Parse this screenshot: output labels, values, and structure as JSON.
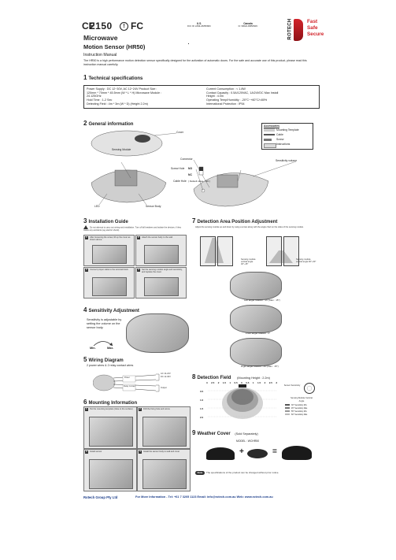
{
  "header": {
    "cert_code": "2150",
    "cert_mark_1": "CE",
    "cert_mark_2": "FC",
    "us_label": "U.S.",
    "canada_label": "Canada",
    "us_reg": "FCC ID: 2AML-RM50SRC",
    "canada_reg": "IC: 9962A-RM50SRC",
    "brand_vertical": "ROTECH",
    "brand_tag_1": "Fast",
    "brand_tag_2": "Safe",
    "brand_tag_3": "Secure"
  },
  "title": {
    "line1": "Microwave",
    "line2": "Motion Sensor (HR50)",
    "manual": "Instruction Manual",
    "intro": "The HR50 is a high performance motion detection sensor specifically designed for the activation of automatic doors. For the safe and accurate use of this product, please read this instruction manual carefully."
  },
  "sections": {
    "s1": {
      "num": "1",
      "title": "Technical specifications"
    },
    "s2": {
      "num": "2",
      "title": "General information"
    },
    "s3": {
      "num": "3",
      "title": "Installation Guide"
    },
    "s4": {
      "num": "4",
      "title": "Sensitivity Adjustment"
    },
    "s5": {
      "num": "5",
      "title": "Wiring Diagram"
    },
    "s6": {
      "num": "6",
      "title": "Mounting Information"
    },
    "s7": {
      "num": "7",
      "title": "Detection Area Position Adjustment"
    },
    "s8": {
      "num": "8",
      "title": "Detection Field",
      "note": "(Mounting Height : 2.2m)"
    },
    "s9": {
      "num": "9",
      "title": "Weather Cover",
      "note": "(Sold Separately)"
    }
  },
  "specs": {
    "left": [
      "Power Supply : DC 12~30V, AC 12~24V Product Size :",
      "120mm * 70mm * 45.5mm (W * L * H) Microwave Module :",
      "24.125GHz",
      "Hold Time : 1-2 Sec",
      "Detecting Field : 4m * 3m (W * D) (Height 2.2m)"
    ],
    "right": [
      "Current Consumption : < 1.8W",
      "Contact Capacity : 0.5A/120VAC, 1A/24VDC Max Install",
      "Height : 4.0m",
      "Operating Temp/Humidity : -20°C~+60°C/<80%",
      "International Protection : IP54"
    ]
  },
  "general": {
    "cover": "Cover",
    "sensing_module": "Sensing Module",
    "led": "LED",
    "sensor_body": "Sensor Body",
    "screw_hole": "Screw Hole",
    "cable_hole": "Cable Hole",
    "connector": "Connector",
    "sensitivity_volume": "Sensitivity volume",
    "no": "NO",
    "nc": "NC",
    "default_value": "( Default value : NO )",
    "accessories_title": "Accessories",
    "accessories": [
      "Mounting Template",
      "Cable",
      "Screw",
      "Instructions"
    ]
  },
  "install": {
    "warning": "Do not attempt to carry out wiring and installation. Turn off all breakers and isolate the devices, if they cause any accidents (eg electric shock).",
    "steps": [
      {
        "n": "1",
        "text": "After loosening the screw, lift up the cover as shown above."
      },
      {
        "n": "2",
        "text": "Attach the sensor body to the wall."
      },
      {
        "n": "3",
        "text": "Connect proper cable to the terminal block."
      },
      {
        "n": "4",
        "text": "Set the sensing module angle and sensitivity, and replace the cover."
      }
    ]
  },
  "sensitivity": {
    "text": "Sensitivity is adjustable by setting the volume on the sensor body.",
    "min": "Min.",
    "max": "Max."
  },
  "wiring": {
    "desc": "2 power wires & 2 relay contact wires",
    "wires": [
      "Power",
      "Relay Contact"
    ],
    "terminals": [
      "AC 12-24V",
      "DC 12-30V",
      "Output"
    ]
  },
  "mounting": {
    "steps": [
      {
        "n": "1",
        "text": "Put the mounting template (Glue to the surface)"
      },
      {
        "n": "2",
        "text": "Drill the fixing hole and screw"
      },
      {
        "n": "3",
        "text": "Install sensor"
      },
      {
        "n": "4",
        "text": "Install the sensor body to wall and cover"
      }
    ]
  },
  "detection_adj": {
    "note": "Adjust the sensing module up and down by using a screw along with the angle chart on the sides of the sensing module.",
    "top_left_cap": "Sensing module vertical angle 30°~45°",
    "top_right_cap": "Sensing module vertical angle 90°~60°",
    "left_angle": "Left angle rotation : 15°(Max : 15°)",
    "front_angle": "Front angle rotation : 0°",
    "right_angle": "Right angle rotation : 15°(Max : 15°)"
  },
  "field": {
    "scale": [
      "3",
      "2.5",
      "2",
      "1.5",
      "1",
      "0.5",
      "0",
      "0.5",
      "1",
      "1.5",
      "2",
      "2.5",
      "3"
    ],
    "y_labels": [
      "0.5",
      "1.0",
      "1.5",
      "2.0"
    ],
    "sensor_sens": "Sensor Sensitivity",
    "module_angle": "Sensing Module Vertical Angle",
    "angles": [
      "30°  Sensitivity Min.",
      "45°  Sensitivity Max.",
      "55°  Sensitivity Min.",
      "60°  Sensitivity Max."
    ]
  },
  "weather": {
    "model": "MODEL : WCHR50",
    "plus": "+",
    "equals": "=",
    "note_badge": "Note",
    "note": "The specifications of the product can be changed without prior notice."
  },
  "footer": {
    "company": "Rotech Group Pty Ltd",
    "info": "For More Information - Tel: +61 7 3205 1123 Email: info@rotech.com.au Web: www.rotech.com.au"
  },
  "colors": {
    "brand_red": "#d2232a",
    "dark": "#222222"
  }
}
